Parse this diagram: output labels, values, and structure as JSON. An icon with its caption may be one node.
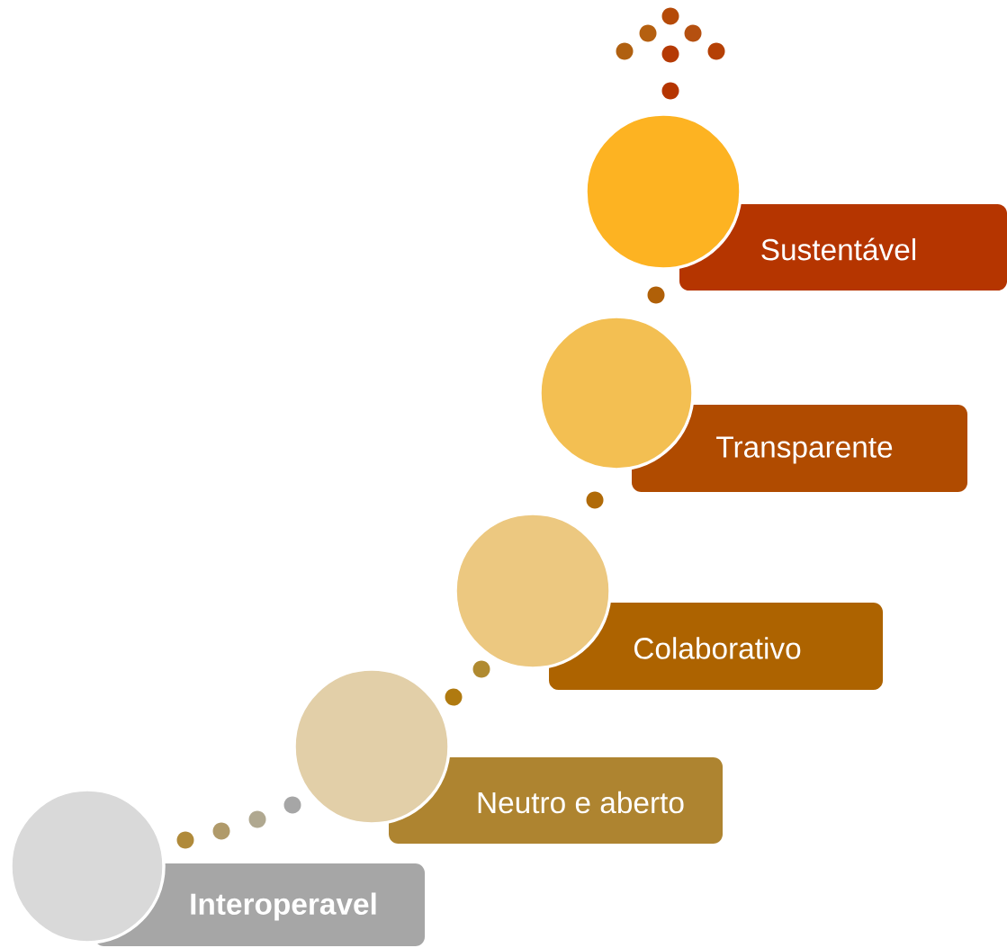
{
  "diagram": {
    "nodes": [
      {
        "text": [
          "Interoperavel"
        ]
      },
      {
        "text": [
          "Neutro e aberto"
        ]
      },
      {
        "text": [
          "Colaborativo"
        ]
      },
      {
        "text": [
          "Transparente"
        ]
      },
      {
        "text": [
          "Sustentável"
        ]
      },
      {
        "text": [],
        "shape": "circle"
      },
      {
        "text": [],
        "shape": "circle"
      },
      {
        "text": [],
        "shape": "circle"
      },
      {
        "text": [],
        "shape": "circle"
      },
      {
        "text": [],
        "shape": "circle"
      }
    ]
  }
}
